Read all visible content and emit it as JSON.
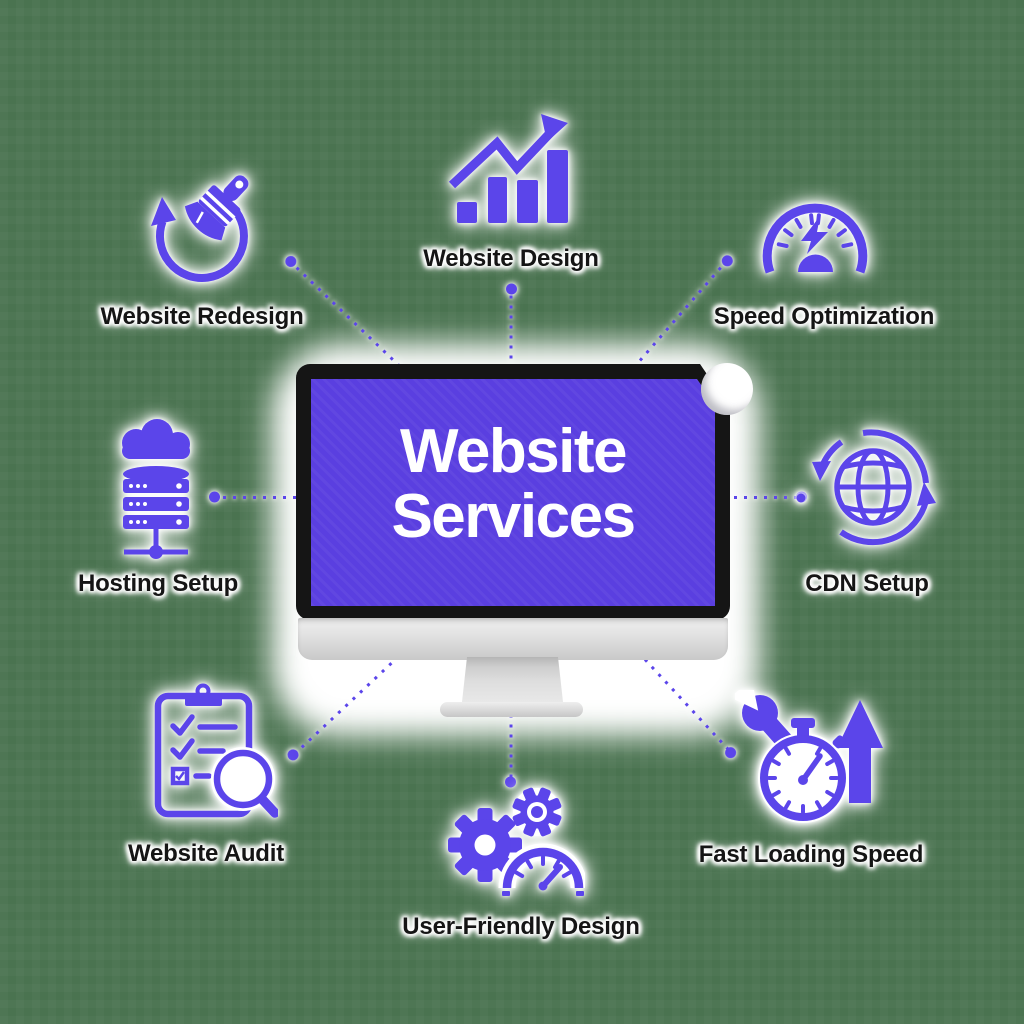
{
  "title": {
    "line1": "Website",
    "line2": "Services"
  },
  "services": [
    {
      "label": "Website Redesign",
      "icon": "paintbrush-refresh-icon"
    },
    {
      "label": "Website Design",
      "icon": "growth-bar-chart-icon"
    },
    {
      "label": "Speed Optimization",
      "icon": "speedometer-bolt-icon"
    },
    {
      "label": "Hosting Setup",
      "icon": "cloud-server-icon"
    },
    {
      "label": "CDN Setup",
      "icon": "globe-sync-icon"
    },
    {
      "label": "Website Audit",
      "icon": "clipboard-magnifier-icon"
    },
    {
      "label": "User-Friendly Design",
      "icon": "gears-gauge-icon"
    },
    {
      "label": "Fast Loading Speed",
      "icon": "wrench-stopwatch-arrow-icon"
    }
  ],
  "colors": {
    "accent": "#5b45ea",
    "screen": "#5a3fe0",
    "background": "#4a7350",
    "label_text": "#151515",
    "title_text": "#ffffff",
    "monitor_bezel": "#151515",
    "halo": "#ffffff"
  }
}
